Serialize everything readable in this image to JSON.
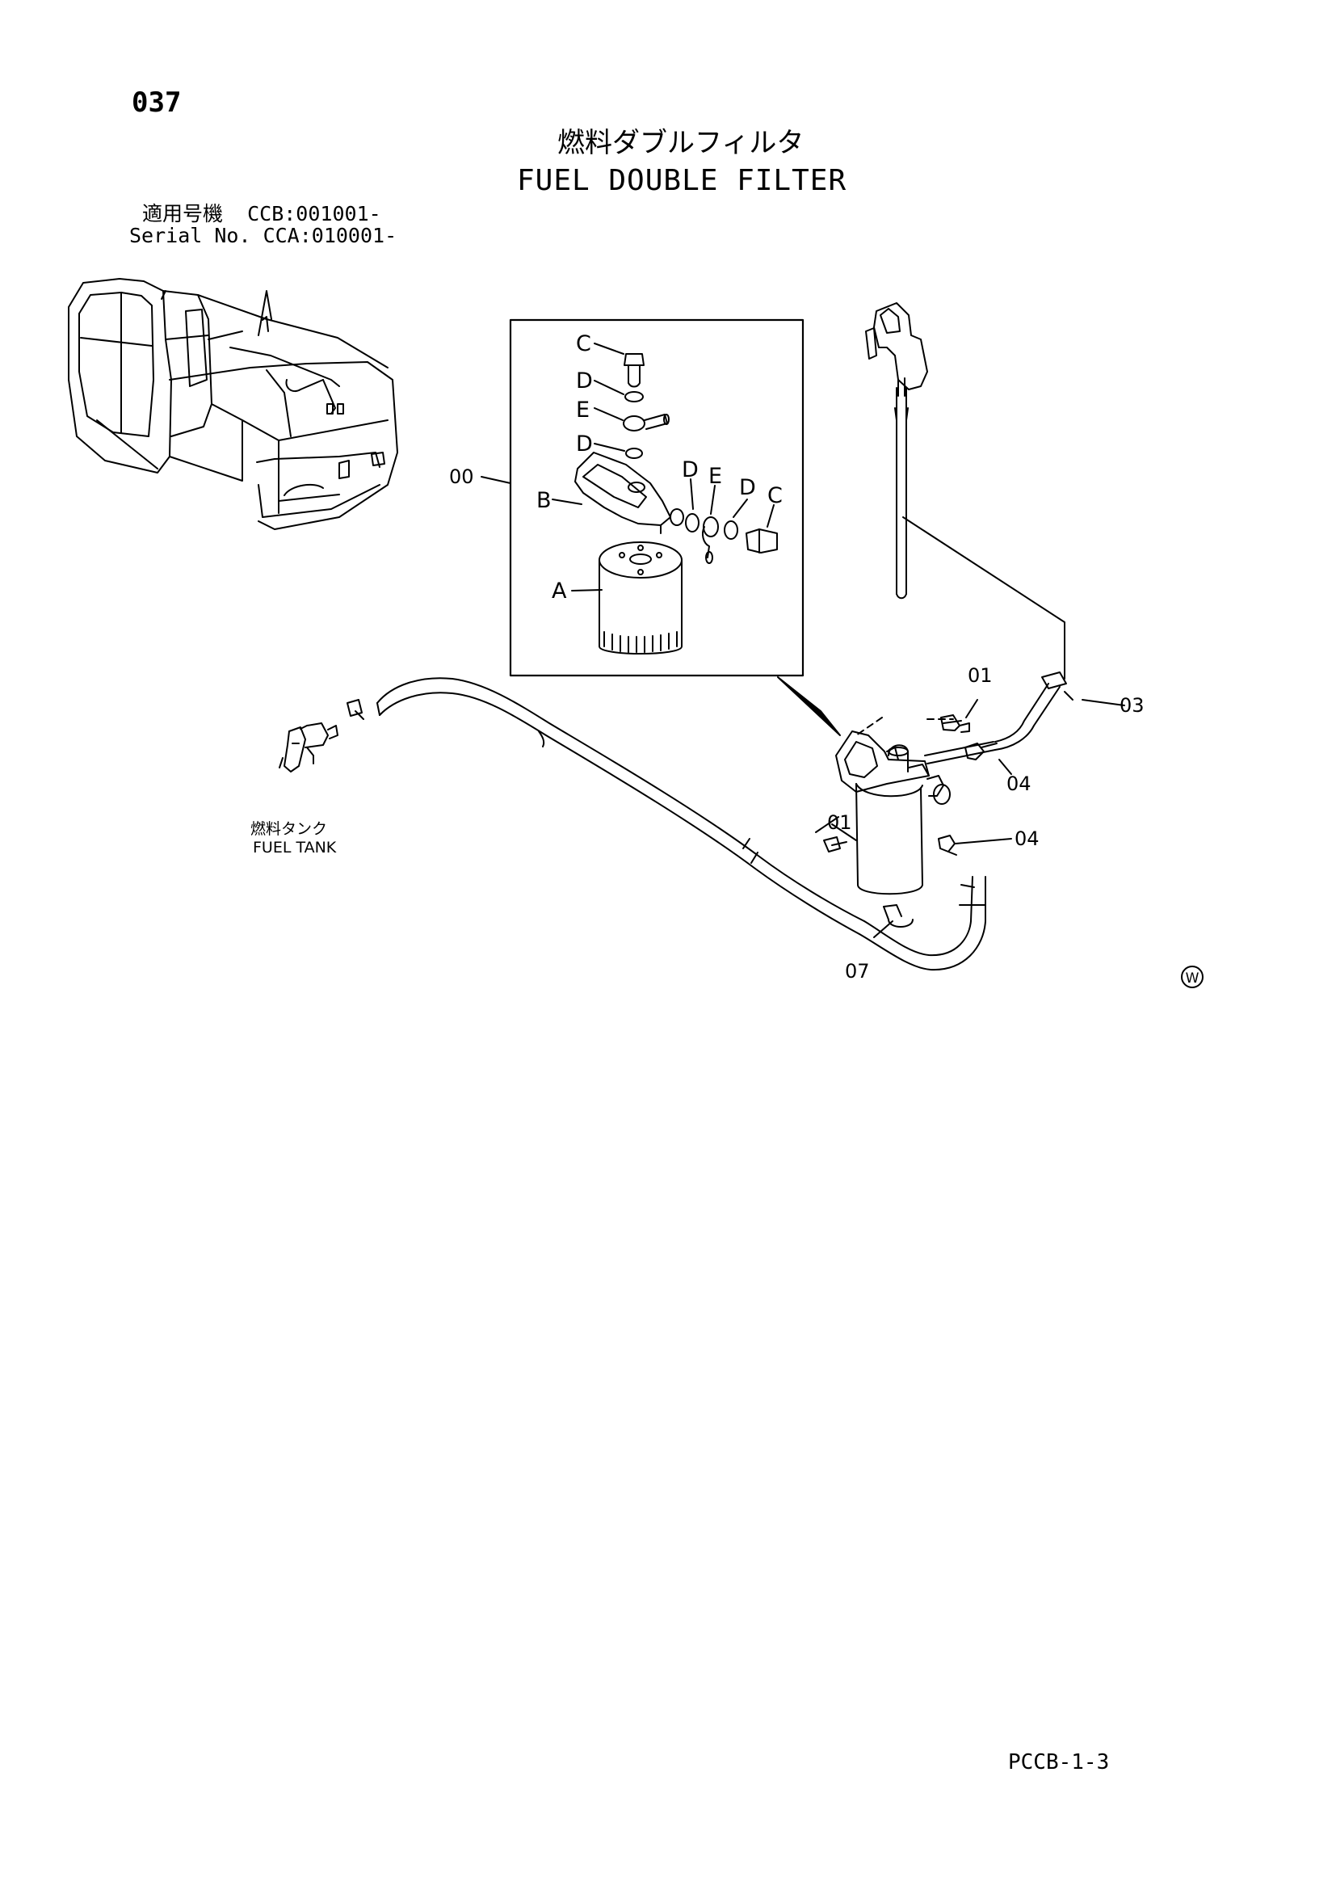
{
  "header": {
    "page_number": "037",
    "title_jp": "燃料ダブルフィルタ",
    "title_en": "FUEL DOUBLE FILTER",
    "serial_jp": "適用号機  CCB:001001-",
    "serial_en": "Serial No. CCA:010001-"
  },
  "inset_parts": {
    "c_top": "C",
    "d_top": "D",
    "e_top": "E",
    "d_mid": "D",
    "b": "B",
    "d_right": "D",
    "e_right": "E",
    "d_right2": "D",
    "c_right": "C",
    "a": "A"
  },
  "callouts": {
    "assembly": "00",
    "bolt_upper": "01",
    "bolt_lower": "01",
    "hose": "03",
    "clamp_upper": "04",
    "clamp_lower": "04",
    "clip": "07"
  },
  "fuel_tank": {
    "label_jp": "燃料タンク",
    "label_en": "FUEL TANK"
  },
  "marks": {
    "circle_w": "W"
  },
  "footer": {
    "code": "PCCB-1-3"
  }
}
